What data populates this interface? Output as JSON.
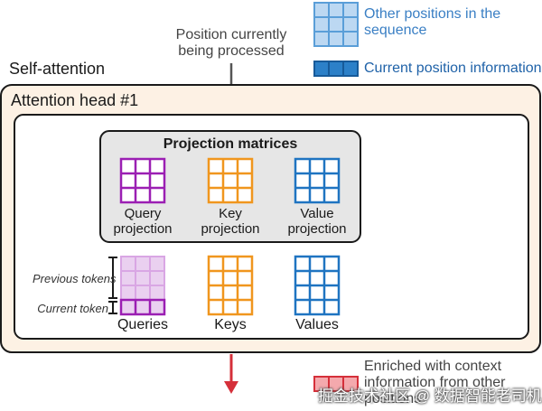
{
  "legend": {
    "other_positions": "Other positions in the sequence",
    "other_positions_line1": "Other positions in the",
    "other_positions_line2": "sequence",
    "current_position": "Current position information",
    "enriched_line1": "Enriched with context",
    "enriched_line2": "information from other",
    "enriched_line3": "positions"
  },
  "top_label": {
    "line1": "Position currently",
    "line2": "being processed"
  },
  "self_attention_title": "Self-attention",
  "head_title": "Attention head #1",
  "projection": {
    "title": "Projection matrices",
    "query_line1": "Query",
    "query_line2": "projection",
    "key_line1": "Key",
    "key_line2": "projection",
    "value_line1": "Value",
    "value_line2": "projection"
  },
  "tokens": {
    "previous": "Previous tokens",
    "current": "Current token"
  },
  "outputs": {
    "queries": "Queries",
    "keys": "Keys",
    "values": "Values"
  },
  "watermark": "掘金技术社区 @ 数据智能老司机",
  "colors": {
    "query": "#9b1fb3",
    "query_light": "#d9a6e4",
    "key": "#f0961e",
    "value": "#1f74c1",
    "enriched": "#d5303a",
    "frame_fill": "#fdf1e4",
    "proj_fill": "#e6e6e6"
  }
}
